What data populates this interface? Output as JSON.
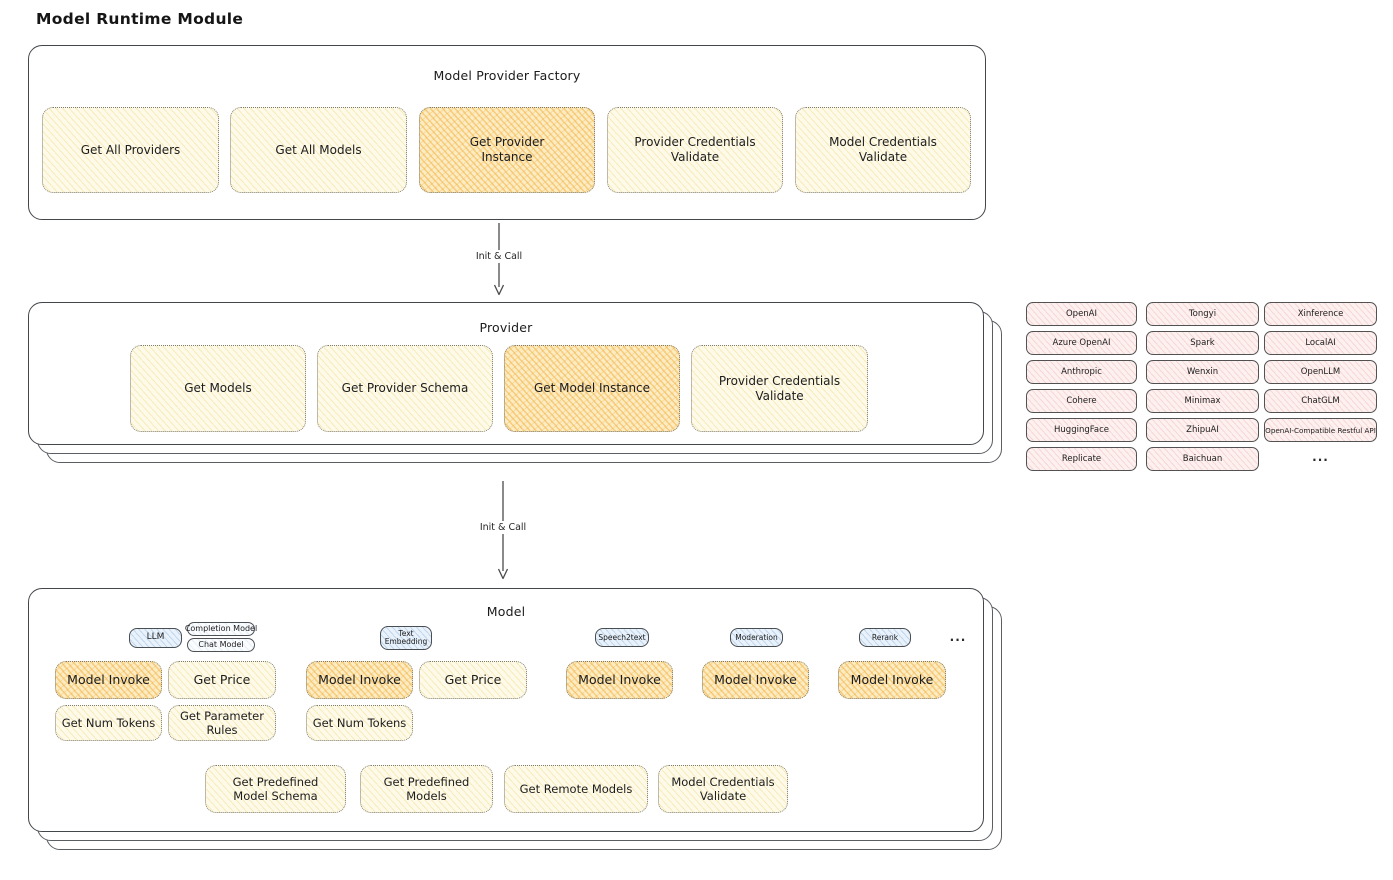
{
  "page_title": "Model Runtime Module",
  "flow": {
    "init_call": "Init & Call"
  },
  "factory": {
    "title": "Model Provider Factory",
    "items": [
      "Get All Providers",
      "Get All Models",
      "Get Provider Instance",
      "Provider Credentials Validate",
      "Model Credentials Validate"
    ]
  },
  "provider": {
    "title": "Provider",
    "items": [
      "Get Models",
      "Get Provider Schema",
      "Get Model Instance",
      "Provider Credentials Validate"
    ]
  },
  "provider_catalog": {
    "col1": [
      "OpenAI",
      "Azure OpenAI",
      "Anthropic",
      "Cohere",
      "HuggingFace",
      "Replicate"
    ],
    "col2": [
      "Tongyi",
      "Spark",
      "Wenxin",
      "Minimax",
      "ZhipuAI",
      "Baichuan"
    ],
    "col3": [
      "Xinference",
      "LocalAI",
      "OpenLLM",
      "ChatGLM",
      "OpenAI-Compatible Restful API"
    ],
    "more": "..."
  },
  "model": {
    "title": "Model",
    "tabs": {
      "llm": "LLM",
      "completion_model": "Completion Model",
      "chat_model": "Chat Model",
      "text_embedding": "Text Embedding",
      "speech2text": "Speech2text",
      "moderation": "Moderation",
      "rerank": "Rerank",
      "more": "..."
    },
    "ops": {
      "model_invoke": "Model Invoke",
      "get_price": "Get Price",
      "get_num_tokens": "Get Num Tokens",
      "get_parameter_rules": "Get Parameter Rules"
    },
    "bottom_items": [
      "Get Predefined Model Schema",
      "Get Predefined Models",
      "Get Remote Models",
      "Model Credentials Validate"
    ]
  },
  "colors": {
    "accent_orange": "#f2b242",
    "light_yellow": "#fefae9",
    "tab_blue": "#e9f2fa",
    "provider_pink": "#fdf1f0",
    "ink": "#1d1d1d"
  }
}
